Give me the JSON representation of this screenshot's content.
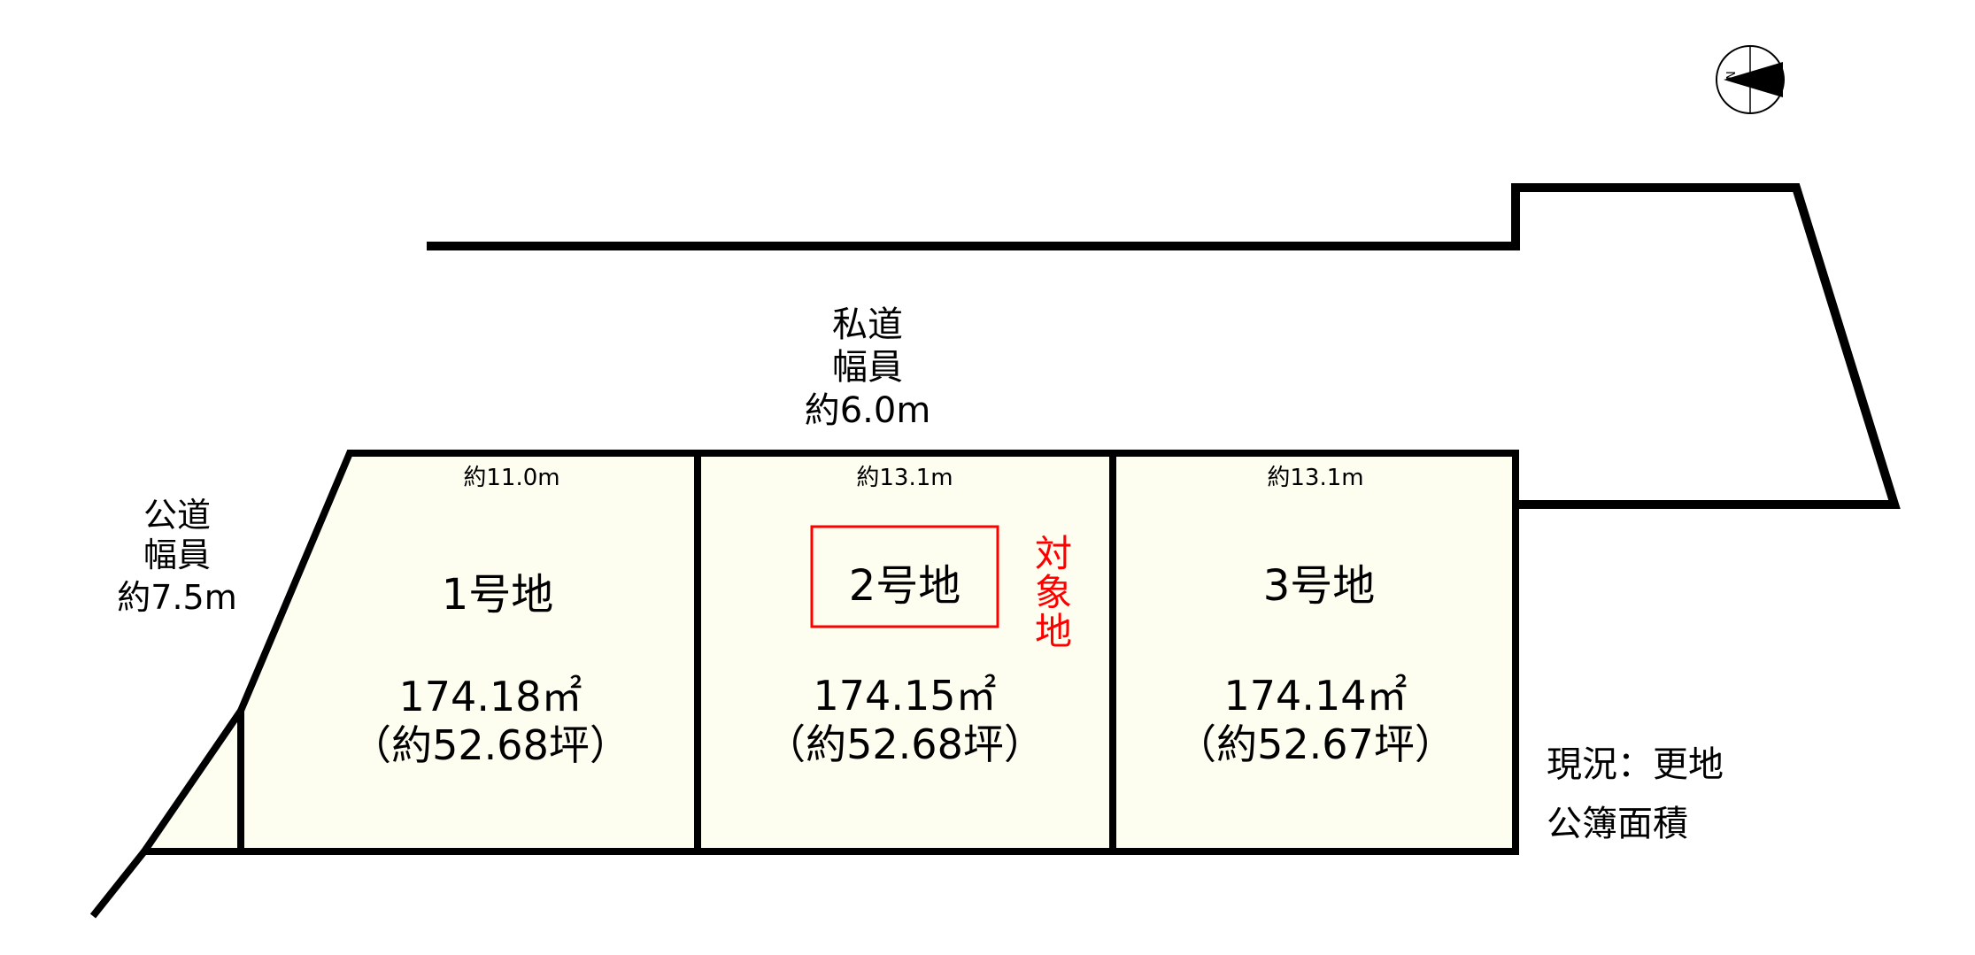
{
  "colors": {
    "lot_fill": "#fefef0",
    "line": "#000000",
    "target": "#ff0000",
    "background": "#ffffff"
  },
  "compass": {
    "letter": "N"
  },
  "private_road": {
    "name": "私道",
    "width_label": "幅員",
    "width_value": "約6.0m"
  },
  "public_road": {
    "name": "公道",
    "width_label": "幅員",
    "width_value": "約7.5m"
  },
  "lots": [
    {
      "frontage": "約11.0m",
      "name": "1号地",
      "area_sqm": "174.18㎡",
      "area_tsubo": "（約52.68坪）"
    },
    {
      "frontage": "約13.1m",
      "name": "2号地",
      "area_sqm": "174.15㎡",
      "area_tsubo": "（約52.68坪）"
    },
    {
      "frontage": "約13.1m",
      "name": "3号地",
      "area_sqm": "174.14㎡",
      "area_tsubo": "（約52.67坪）"
    }
  ],
  "target_label": [
    "対",
    "象",
    "地"
  ],
  "notes": {
    "status": "現況：更地",
    "area_basis": "公簿面積"
  }
}
